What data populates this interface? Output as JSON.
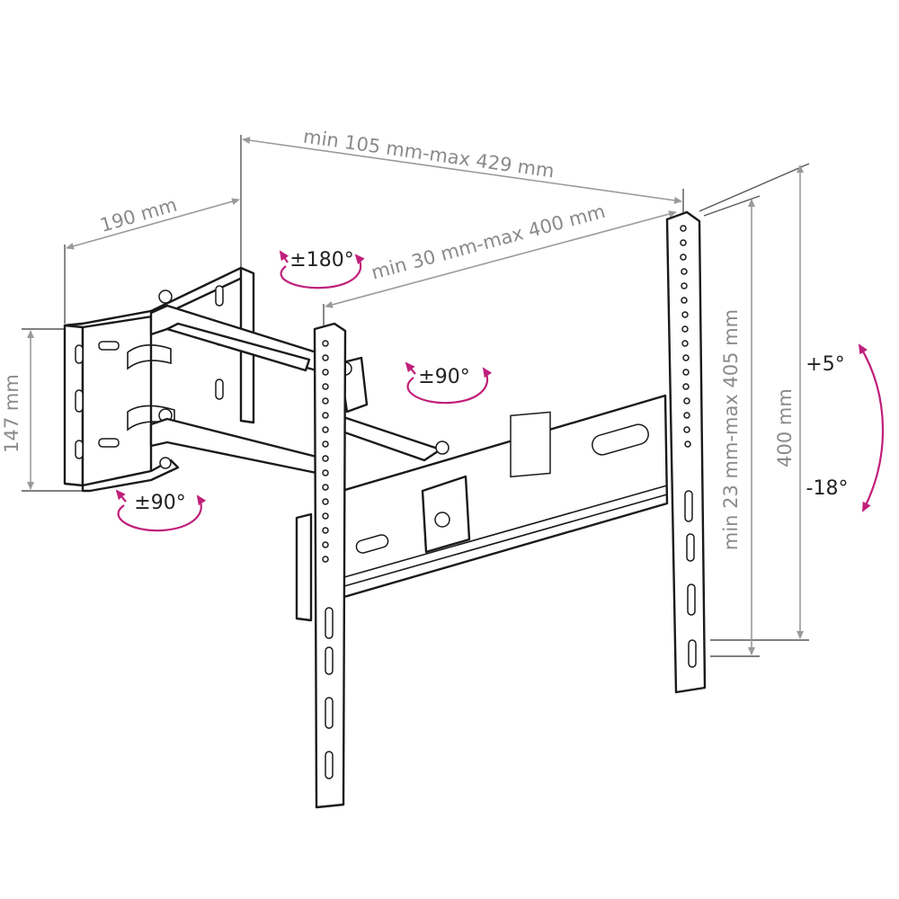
{
  "dimensions": {
    "overall_extension": "min 105 mm-max 429 mm",
    "depth": "190 mm",
    "arm_extension": "min 30 mm-max 400 mm",
    "wall_plate_height": "147 mm",
    "vertical_adjust": "min 23 mm-max 405 mm",
    "tv_bracket_height": "400 mm"
  },
  "rotations": {
    "top_swivel": "±180°",
    "arm_swivel": "±90°",
    "wall_swivel": "±90°",
    "tilt_up": "+5°",
    "tilt_down": "-18°"
  },
  "colors": {
    "rotation_accent": "#c01f7a",
    "dimension_gray": "#8a8a8a",
    "outline": "#1a1a1a"
  }
}
